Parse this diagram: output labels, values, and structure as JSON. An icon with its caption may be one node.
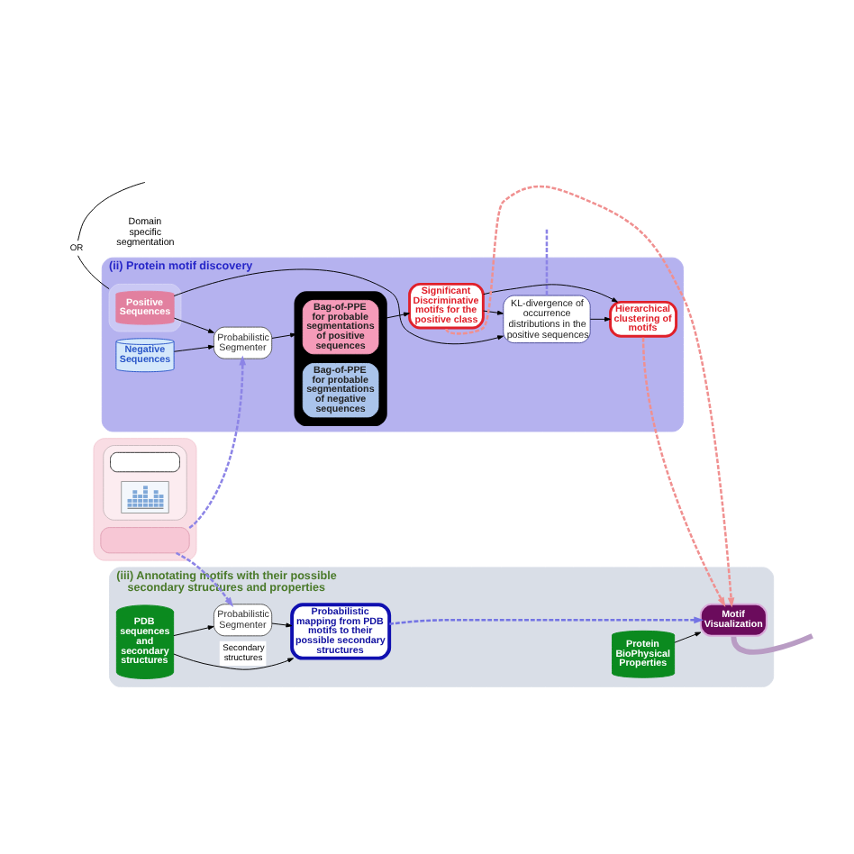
{
  "diagram": {
    "nodes": [
      {
        "text": [],
        "shape": "box"
      },
      {
        "text": [],
        "shape": "box",
        "in": 0
      },
      {
        "text": [],
        "shape": "box",
        "in": 1
      },
      {
        "text": [],
        "shape": "picture",
        "in": 1
      },
      {
        "text": [],
        "shape": "box",
        "in": 0
      },
      {
        "text": [
          "(ii) Protein motif discovery"
        ]
      },
      {
        "text": [],
        "shape": "box",
        "in": 5
      },
      {
        "text": [
          "Positive Sequences"
        ],
        "in": 6
      },
      {
        "text": [
          "Negative Sequences"
        ],
        "in": 5
      },
      {
        "text": [
          "Probabilistic Segmenter"
        ],
        "in": 5
      },
      {
        "text": [],
        "shape": "box",
        "in": 5
      },
      {
        "text": [
          "Bag-of-PPE",
          "for probable segmentations of positive sequences"
        ],
        "in": 10
      },
      {
        "text": [
          "Bag-of-PPE",
          "for probable segmentations of negative sequences"
        ],
        "in": 10
      },
      {
        "text": [
          "KL-divergence of occurrence distributions in the positive sequences"
        ],
        "in": 5
      },
      {
        "text": [
          "Significant Discriminative motifs for the positive class"
        ],
        "in": 5
      },
      {
        "text": [
          "Hierarchical clustering of motifs"
        ],
        "in": 5
      },
      {
        "text": [
          "(iii) Annotating motifs with their possible secondary structures and properties"
        ]
      },
      {
        "text": [
          "PDB sequences and secondary structures"
        ],
        "in": 16
      },
      {
        "text": [
          "Probabilistic Segmenter"
        ],
        "in": 16
      },
      {
        "text": [
          "Probabilistic mapping from PDB motifs to their possible secondary structures"
        ],
        "in": 16
      },
      {
        "text": [
          "Protein BioPhysical Properties"
        ],
        "in": 16
      },
      {
        "text": [
          "Motif Visualization"
        ],
        "in": 16
      }
    ],
    "edges": [
      {
        "from": null,
        "to": 6,
        "arrow": "none",
        "label": "OR"
      },
      {
        "from": 4,
        "to": 9,
        "arrow": "to",
        "style": "dashed",
        "color": "#8c84e6"
      },
      {
        "from": 4,
        "to": 18,
        "arrow": "to",
        "style": "dashed",
        "color": "#8c84e6"
      },
      {
        "from": 7,
        "to": 13,
        "arrow": "to"
      },
      {
        "from": 7,
        "to": 9,
        "arrow": "to"
      },
      {
        "from": 8,
        "to": 9,
        "arrow": "to"
      },
      {
        "from": 9,
        "to": 10,
        "arrow": "to"
      },
      {
        "from": 10,
        "to": 14,
        "arrow": "to"
      },
      {
        "from": 14,
        "to": 13,
        "arrow": "to"
      },
      {
        "from": 14,
        "to": 15,
        "arrow": "to"
      },
      {
        "from": 13,
        "to": 15,
        "arrow": "to"
      },
      {
        "from": 13,
        "to": null,
        "arrow": "none",
        "style": "dashed",
        "color": "#8c84e6"
      },
      {
        "from": 14,
        "to": 21,
        "arrow": "to",
        "style": "dashed",
        "color": "#f09090"
      },
      {
        "from": 15,
        "to": 21,
        "arrow": "to",
        "style": "dashed",
        "color": "#f09090"
      },
      {
        "from": 17,
        "to": 18,
        "arrow": "to"
      },
      {
        "from": 18,
        "to": 19,
        "arrow": "to"
      },
      {
        "from": 17,
        "to": 19,
        "arrow": "to",
        "label": "Secondary structures"
      },
      {
        "from": 20,
        "to": 21,
        "arrow": "to"
      },
      {
        "from": 19,
        "to": 21,
        "arrow": "to",
        "style": "dashed",
        "color": "#7474e4"
      },
      {
        "from": 21,
        "to": null,
        "arrow": "none",
        "style": "thick",
        "color": "#b99cc4"
      }
    ],
    "labels": [
      "Domain specific segmentation"
    ]
  }
}
